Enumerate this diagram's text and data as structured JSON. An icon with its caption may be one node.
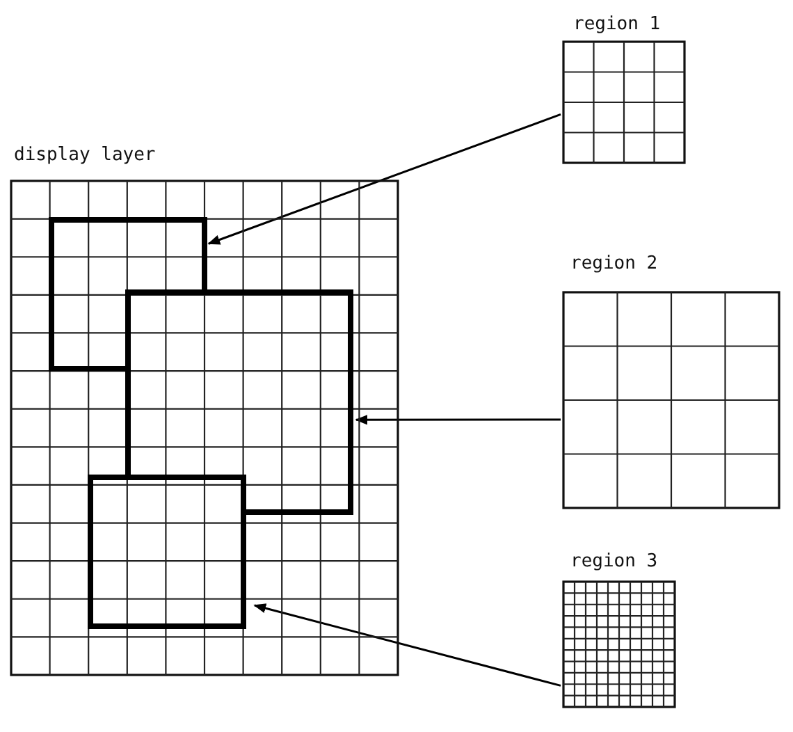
{
  "diagram": {
    "nodes": [
      {
        "text": [
          "display layer"
        ]
      },
      {
        "text": [],
        "shape": "box",
        "in": 0
      },
      {
        "text": [],
        "shape": "box",
        "in": 0
      },
      {
        "text": [],
        "shape": "box",
        "in": 0
      },
      {
        "text": [
          "region 1"
        ]
      },
      {
        "text": [
          "region 2"
        ]
      },
      {
        "text": [
          "region 3"
        ]
      }
    ],
    "edges": [
      {
        "from": 4,
        "to": 1,
        "arrow": "to"
      },
      {
        "from": 5,
        "to": 2,
        "arrow": "to"
      },
      {
        "from": 6,
        "to": 3,
        "arrow": "to"
      }
    ]
  }
}
